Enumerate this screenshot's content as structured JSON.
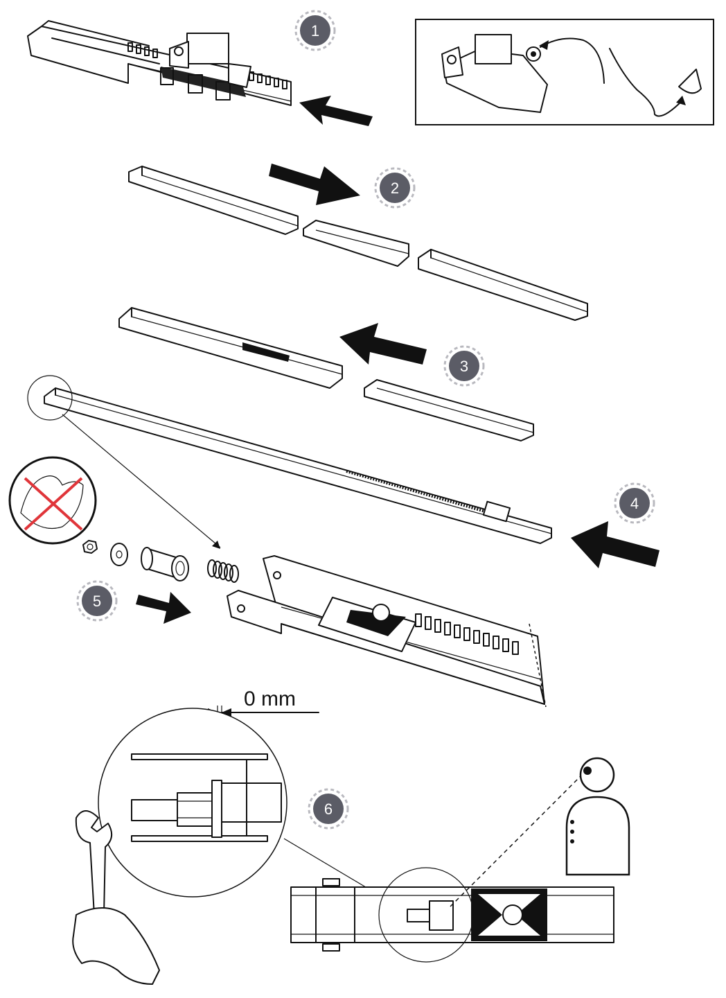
{
  "steps": [
    {
      "number": "1"
    },
    {
      "number": "2"
    },
    {
      "number": "3"
    },
    {
      "number": "4"
    },
    {
      "number": "5"
    },
    {
      "number": "6"
    }
  ],
  "dimension": {
    "label": "0 mm"
  },
  "colors": {
    "badge_fill": "#5b5c66",
    "badge_ring": "#b9b9bf",
    "line": "#111111",
    "prohibit": "#e0353a"
  },
  "icons": {
    "no_force": "prohibited-force-icon",
    "inspect": "inspector-figure-icon",
    "wrench": "wrench-hand-icon"
  }
}
